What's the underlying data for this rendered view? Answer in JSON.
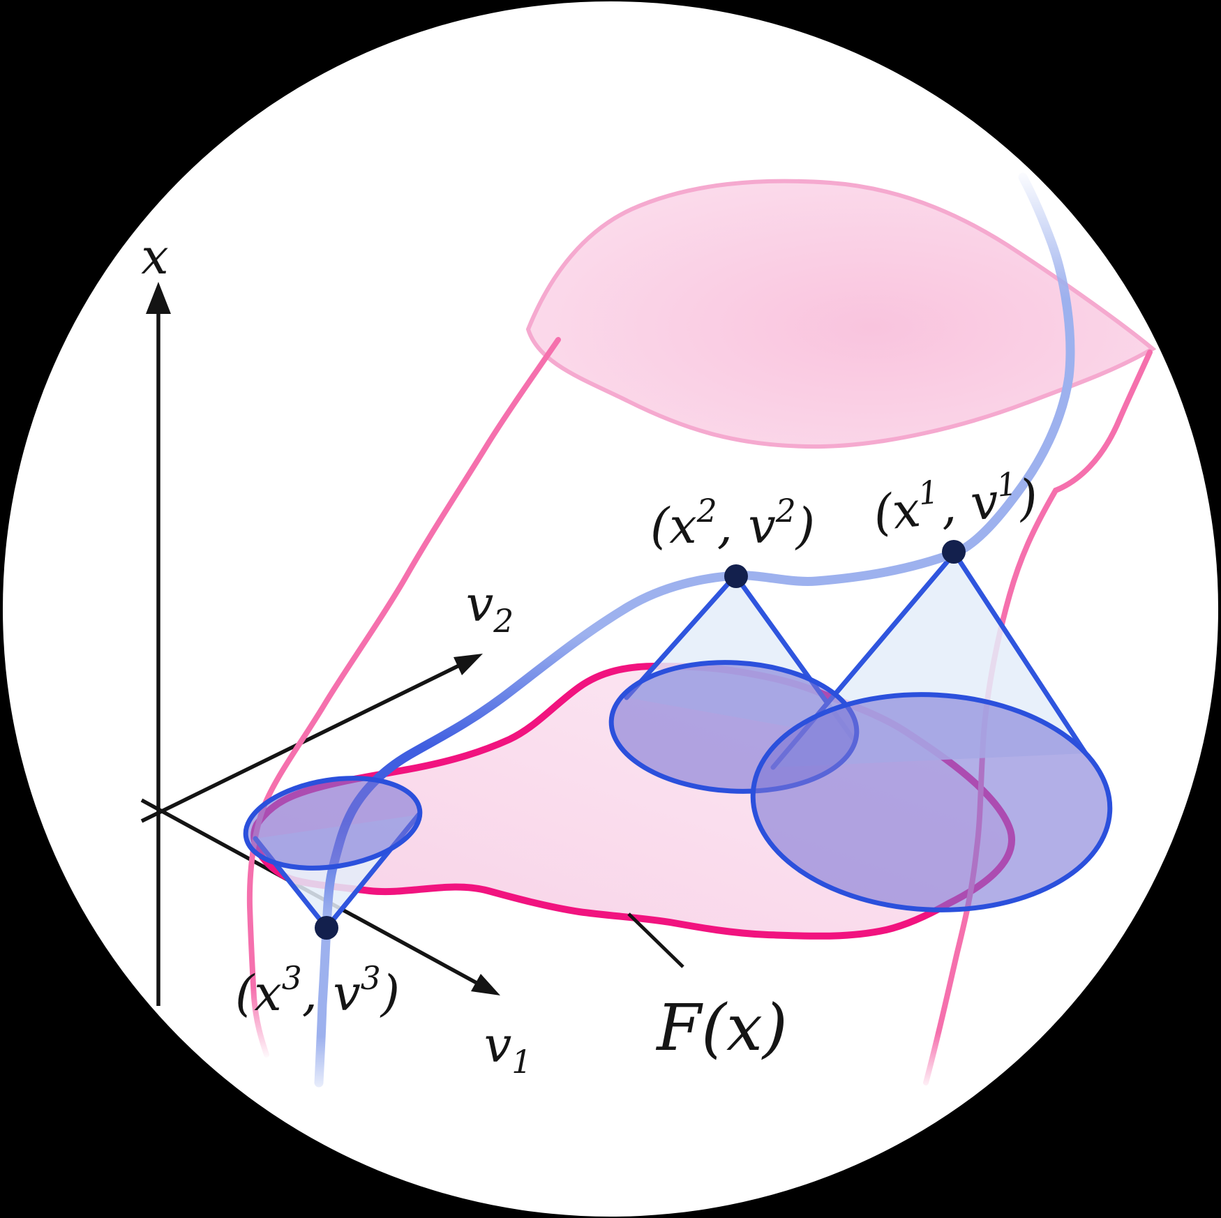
{
  "figure": {
    "type": "math-diagram",
    "description": "Trajectory of a differential inclusion with velocity cones attached at sample points and the set-valued map F(x) shown as a pink region inside a white disc on a black background"
  },
  "axes": {
    "x_label": "x",
    "v1_label": [
      {
        "t": "v"
      },
      {
        "t": "1",
        "sub": true
      }
    ],
    "v2_label": [
      {
        "t": "v"
      },
      {
        "t": "2",
        "sub": true
      }
    ]
  },
  "set": {
    "label": "F(x)"
  },
  "points": [
    {
      "id": "point-1",
      "label": [
        {
          "t": "(x"
        },
        {
          "t": "1",
          "sup": true
        },
        {
          "t": ", v"
        },
        {
          "t": "1",
          "sup": true
        },
        {
          "t": ")"
        }
      ]
    },
    {
      "id": "point-2",
      "label": [
        {
          "t": "(x"
        },
        {
          "t": "2",
          "sup": true
        },
        {
          "t": ", v"
        },
        {
          "t": "2",
          "sup": true
        },
        {
          "t": ")"
        }
      ]
    },
    {
      "id": "point-3",
      "label": [
        {
          "t": "(x"
        },
        {
          "t": "3",
          "sup": true
        },
        {
          "t": ", v"
        },
        {
          "t": "3",
          "sup": true
        },
        {
          "t": ")"
        }
      ]
    }
  ],
  "colors": {
    "axis": "#141414",
    "label": "#151515",
    "cone_edge": "#2f55de",
    "cone_fill": "#e4edf9",
    "ellipse_fill": "#7a76d6",
    "ellipse_edge": "#2b50dc",
    "trajectory": "#9db1ee",
    "trajectory_deep": "#3f5ee0",
    "dot": "#13204d",
    "set_edge": "#f1137f",
    "set_fill_a": "#f8d2e7",
    "set_fill_b": "#fce9f4",
    "tube": "#f570ad",
    "blob_edge": "#f5a9cf",
    "blob_fill_a": "#f9c4de",
    "blob_fill_b": "#fce3f0",
    "disc": "#ffffff",
    "background": "#000000"
  }
}
